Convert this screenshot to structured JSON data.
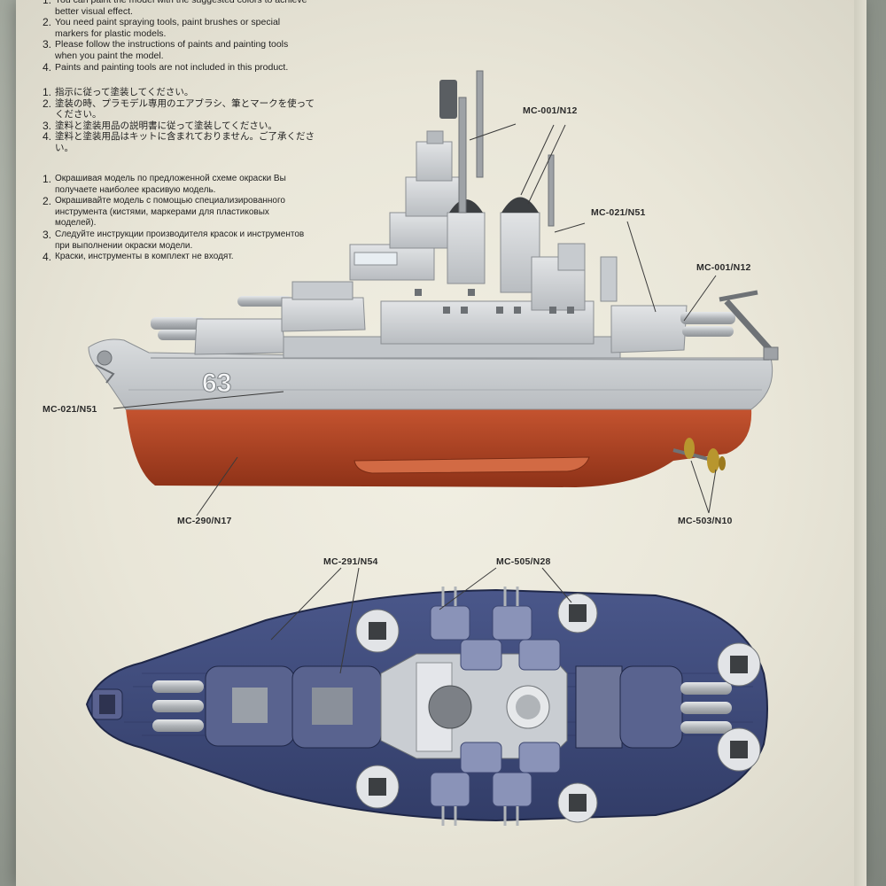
{
  "instructions": {
    "english": [
      {
        "num": "1.",
        "text": "You can paint the model with the suggested colors to achieve better visual effect."
      },
      {
        "num": "2.",
        "text": "You need paint spraying tools, paint brushes or special markers for plastic models."
      },
      {
        "num": "3.",
        "text": "Please follow the instructions of paints and painting tools when you paint the model."
      },
      {
        "num": "4.",
        "text": "Paints and painting tools are not included in this product."
      }
    ],
    "japanese": [
      {
        "num": "1.",
        "text": "指示に従って塗装してください。"
      },
      {
        "num": "2.",
        "text": "塗装の時、プラモデル専用のエアブラシ、筆とマークを使ってください。"
      },
      {
        "num": "3.",
        "text": "塗料と塗装用品の説明書に従って塗装してください。"
      },
      {
        "num": "4.",
        "text": "塗料と塗装用品はキットに含まれておりません。ご了承ください。"
      }
    ],
    "russian": [
      {
        "num": "1.",
        "text": "Окрашивая модель по предложенной схеме окраски Вы получаете наиболее красивую модель."
      },
      {
        "num": "2.",
        "text": "Окрашивайте модель с помощью специализированного инструмента (кистями, маркерами для пластиковых моделей)."
      },
      {
        "num": "3.",
        "text": "Следуйте инструкции производителя красок и инструментов при выполнении окраски модели."
      },
      {
        "num": "4.",
        "text": "Краски, инструменты в комплект не входят."
      }
    ]
  },
  "hull_number": "63",
  "side_view_labels": {
    "mast_color": "MC-001/N12",
    "superstructure_color": "MC-021/N51",
    "crane_color": "MC-001/N12",
    "hull_color": "MC-021/N51",
    "bottom_color": "MC-290/N17",
    "propeller_color": "MC-503/N10"
  },
  "top_view_labels": {
    "deck_color": "MC-291/N54",
    "turret_color": "MC-505/N28"
  },
  "colors": {
    "hull_gray": "#c9cdd0",
    "bottom_red": "#b3472a",
    "deck_blue": "#3d4a78",
    "brass": "#b8962e"
  }
}
